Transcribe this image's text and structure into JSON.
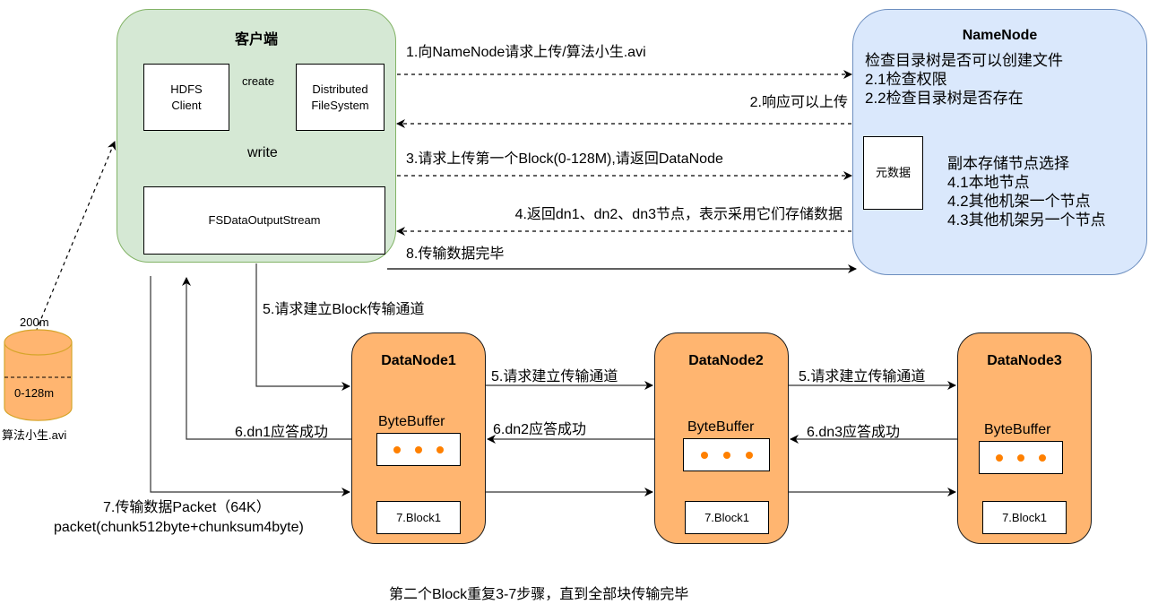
{
  "client": {
    "title": "客户端",
    "hdfs_client": "HDFS Client",
    "distributed_fs": "Distributed FileSystem",
    "output_stream": "FSDataOutputStream",
    "create_label": "create",
    "write_label": "write"
  },
  "namenode": {
    "title": "NameNode",
    "checks": [
      "检查目录树是否可以创建文件",
      "2.1检查权限",
      "2.2检查目录树是否存在"
    ],
    "metadata": "元数据",
    "replica": [
      "副本存储节点选择",
      "4.1本地节点",
      "4.2其他机架一个节点",
      "4.3其他机架另一个节点"
    ]
  },
  "messages": {
    "step1": "1.向NameNode请求上传/算法小生.avi",
    "step2": "2.响应可以上传",
    "step3": "3.请求上传第一个Block(0-128M),请返回DataNode",
    "step4": "4.返回dn1、dn2、dn3节点，表示采用它们存储数据",
    "step8": "8.传输数据完毕",
    "step5_client": "5.请求建立Block传输通道",
    "step5_dn12": "5.请求建立传输通道",
    "step5_dn23": "5.请求建立传输通道",
    "step6_dn1": "6.dn1应答成功",
    "step6_dn2": "6.dn2应答成功",
    "step6_dn3": "6.dn3应答成功",
    "step7_line1": "7.传输数据Packet（64K）",
    "step7_line2": "packet(chunk512byte+chunksum4byte)"
  },
  "file": {
    "size": "200m",
    "block_range": "0-128m",
    "name": "算法小生.avi"
  },
  "datanodes": [
    {
      "title": "DataNode1",
      "buffer": "ByteBuffer",
      "block": "7.Block1"
    },
    {
      "title": "DataNode2",
      "buffer": "ByteBuffer",
      "block": "7.Block1"
    },
    {
      "title": "DataNode3",
      "buffer": "ByteBuffer",
      "block": "7.Block1"
    }
  ],
  "footer": "第二个Block重复3-7步骤，直到全部块传输完毕",
  "colors": {
    "client_fill": "#d5e8d4",
    "client_stroke": "#82b366",
    "namenode_fill": "#dae8fc",
    "namenode_stroke": "#6c8ebf",
    "datanode_fill": "#ffb570",
    "dot": "#ff8000"
  }
}
